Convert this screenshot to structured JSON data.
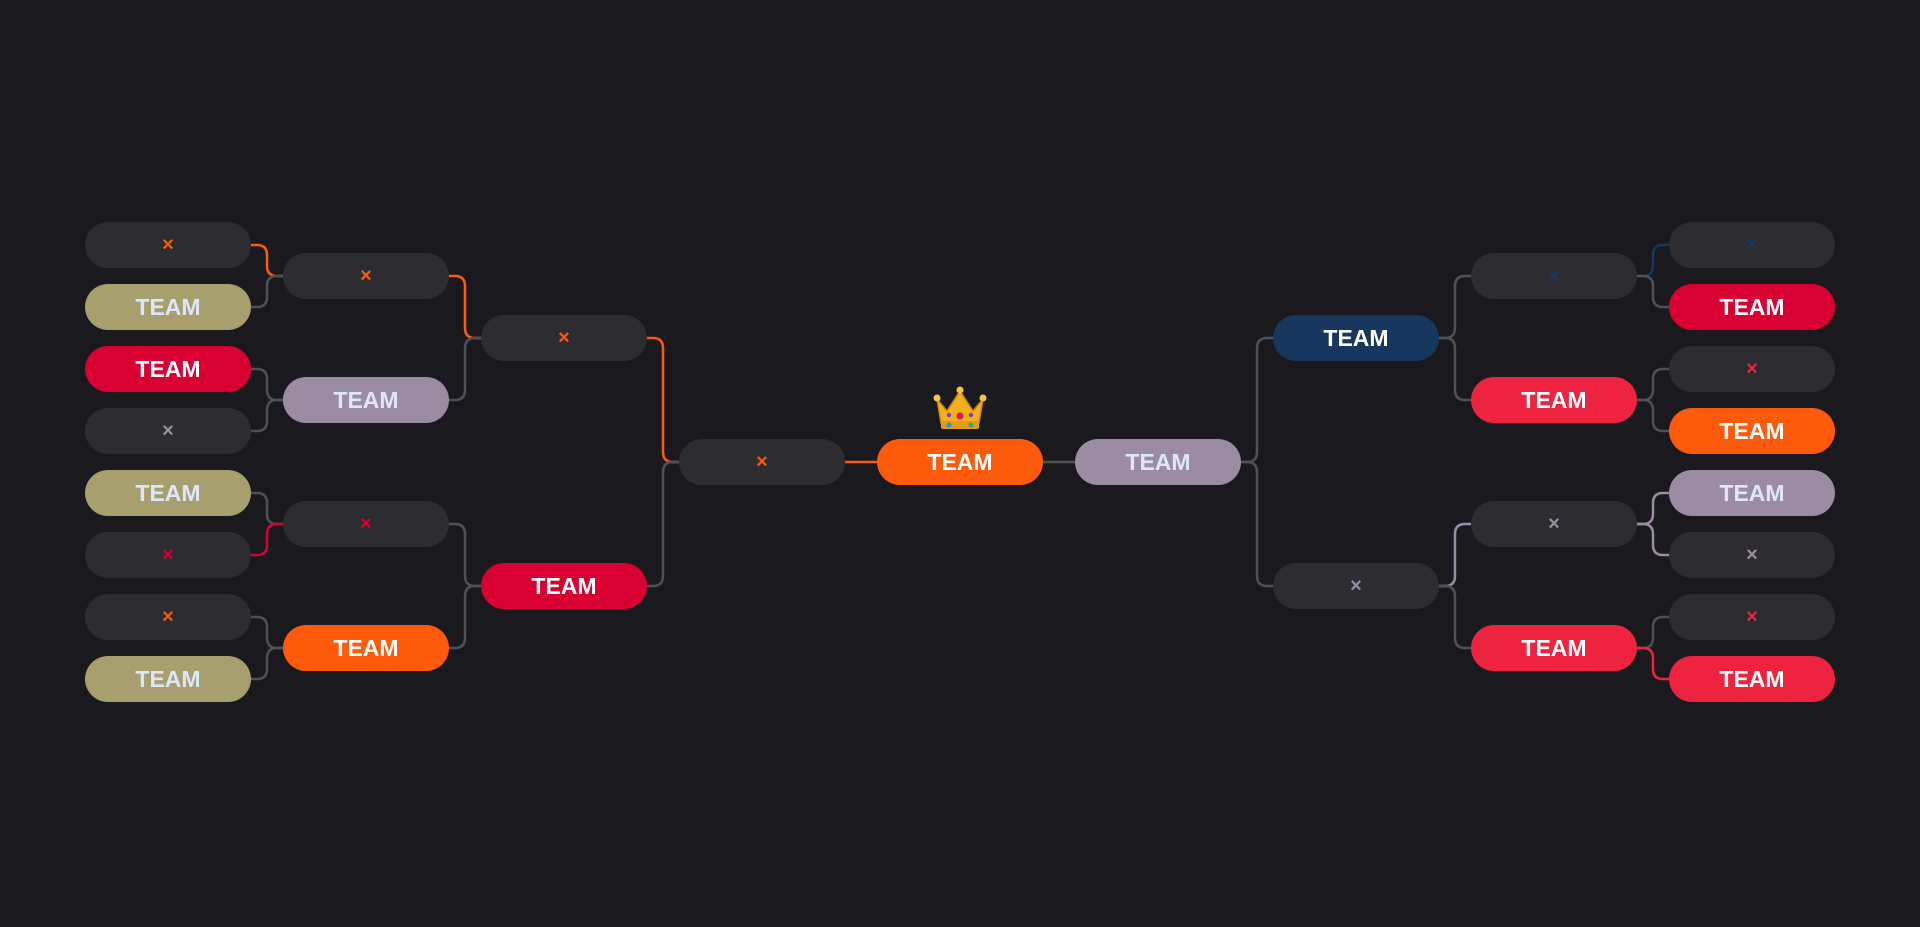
{
  "labels": {
    "team": "TEAM",
    "empty": "×"
  },
  "colors": {
    "background": "#1a1a1e",
    "empty_slot": "#2d2d31",
    "connector_default": "#4d5158",
    "orange": "#fe5a0c",
    "khaki": "#a89f6f",
    "crimson": "#d90032",
    "lilac": "#9b8ca4",
    "navy": "#17375f",
    "red": "#ee233f"
  },
  "crown": {
    "icon": "crown-icon"
  },
  "left": {
    "round1": [
      {
        "label": "×",
        "color": "orange"
      },
      {
        "label": "TEAM",
        "color": "khaki"
      },
      {
        "label": "TEAM",
        "color": "crimson"
      },
      {
        "label": "×",
        "color": "lilac"
      },
      {
        "label": "TEAM",
        "color": "khaki"
      },
      {
        "label": "×",
        "color": "crimson"
      },
      {
        "label": "×",
        "color": "orange"
      },
      {
        "label": "TEAM",
        "color": "khaki"
      }
    ],
    "round2": [
      {
        "label": "×",
        "color": "orange"
      },
      {
        "label": "TEAM",
        "color": "lilac"
      },
      {
        "label": "×",
        "color": "crimson"
      },
      {
        "label": "TEAM",
        "color": "orange"
      }
    ],
    "round3": [
      {
        "label": "×",
        "color": "orange"
      },
      {
        "label": "TEAM",
        "color": "crimson"
      }
    ],
    "final": {
      "label": "×",
      "color": "orange"
    }
  },
  "champion": {
    "label": "TEAM",
    "color": "orange"
  },
  "right": {
    "round1": [
      {
        "label": "×",
        "color": "navy"
      },
      {
        "label": "TEAM",
        "color": "crimson"
      },
      {
        "label": "×",
        "color": "red"
      },
      {
        "label": "TEAM",
        "color": "orange"
      },
      {
        "label": "TEAM",
        "color": "lilac"
      },
      {
        "label": "×",
        "color": "lilac"
      },
      {
        "label": "×",
        "color": "red"
      },
      {
        "label": "TEAM",
        "color": "red"
      }
    ],
    "round2": [
      {
        "label": "×",
        "color": "navy"
      },
      {
        "label": "TEAM",
        "color": "red"
      },
      {
        "label": "×",
        "color": "lilac"
      },
      {
        "label": "TEAM",
        "color": "red"
      }
    ],
    "round3": [
      {
        "label": "TEAM",
        "color": "navy"
      },
      {
        "label": "×",
        "color": "lilac"
      }
    ],
    "final": {
      "label": "TEAM",
      "color": "lilac"
    }
  }
}
